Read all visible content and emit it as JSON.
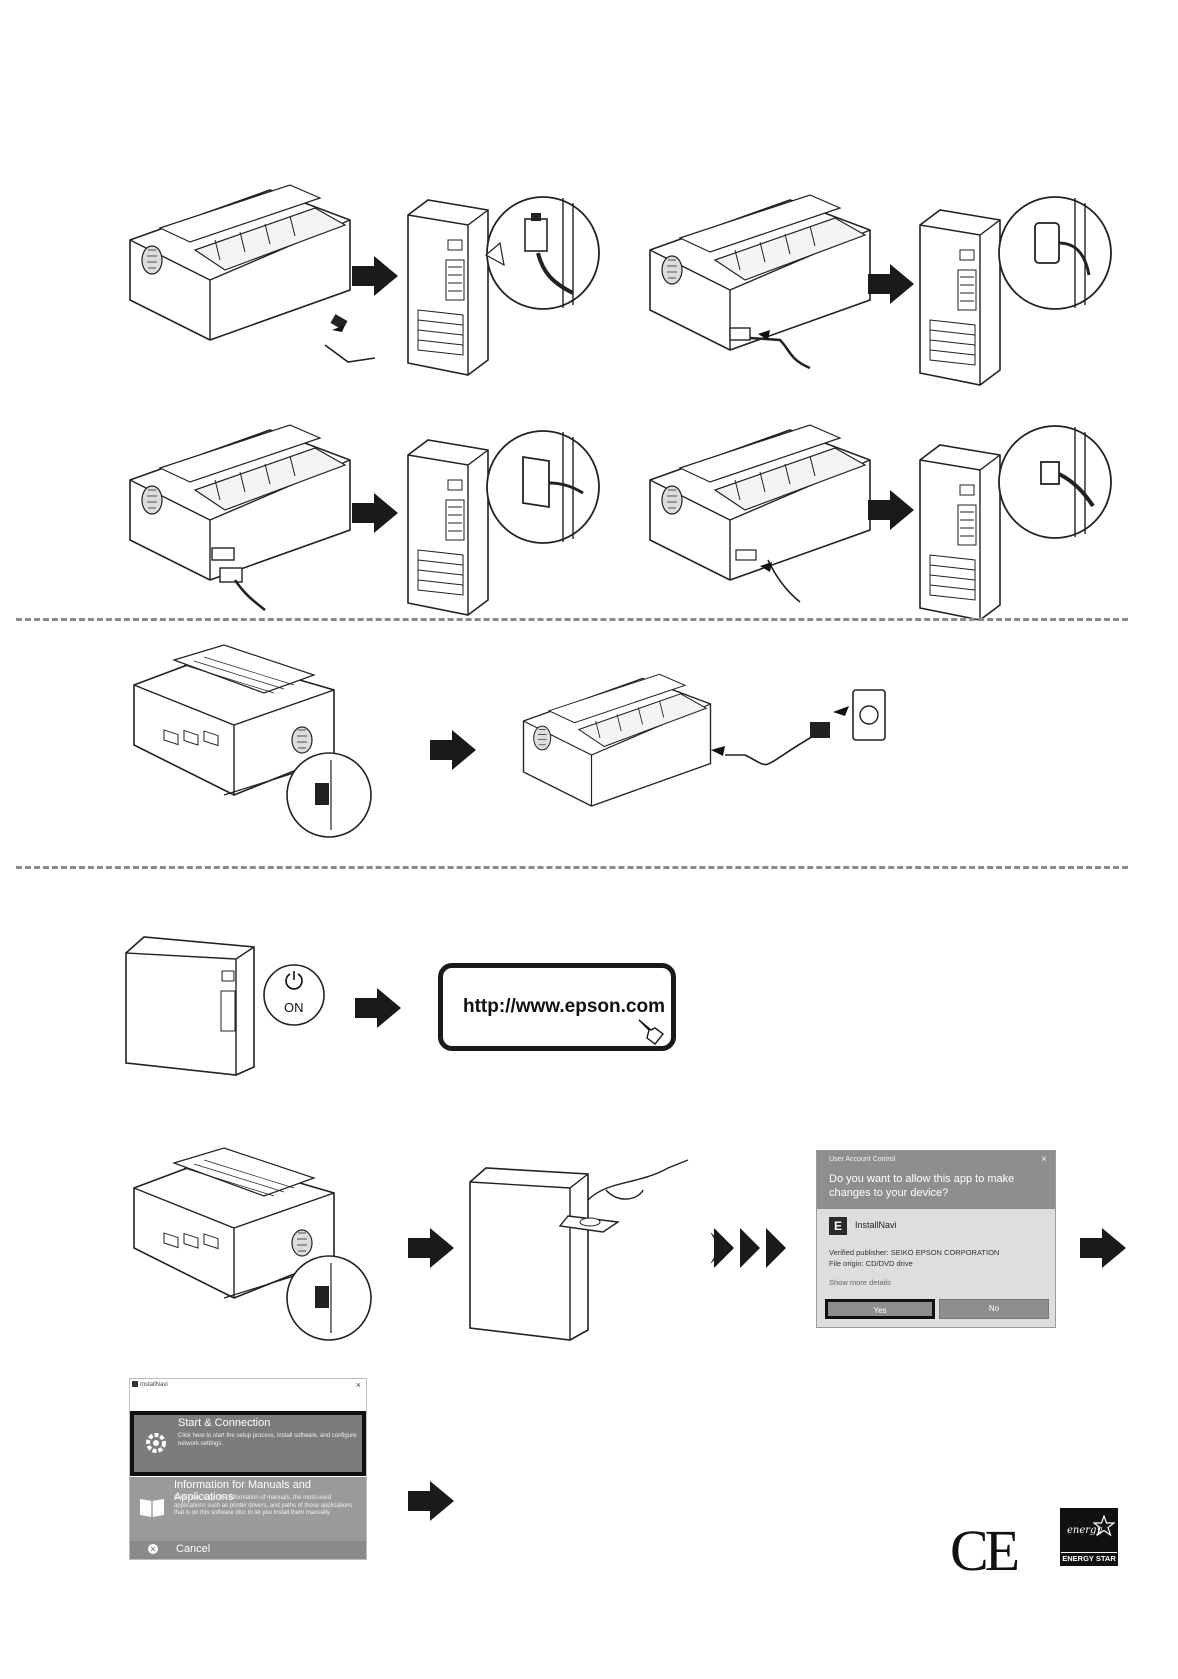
{
  "url_box": {
    "url": "http://www.epson.com"
  },
  "computer_power": {
    "label": "ON"
  },
  "uac_dialog": {
    "header_small": "User Account Control",
    "close": "×",
    "question": "Do you want to allow this app to make changes to your device?",
    "app_icon": "E",
    "app_name": "InstallNavi",
    "publisher": "Verified publisher: SEIKO EPSON CORPORATION",
    "origin": "File origin: CD/DVD drive",
    "more": "Show more details",
    "yes": "Yes",
    "no": "No"
  },
  "install_navi": {
    "title": "InstallNavi",
    "close": "×",
    "option1_title": "Start & Connection",
    "option1_desc": "Click here to start the setup process, install software, and configure network settings.",
    "option2_title": "Information for Manuals and Applications",
    "option2_desc": "Click here to get the information of manuals, the most-used applications such as printer drivers, and paths of those applications that is on this software disc to let you install them manually.",
    "cancel": "Cancel"
  },
  "marks": {
    "ce": "CE",
    "energy_script": "energy",
    "energy_label": "ENERGY STAR"
  },
  "colors": {
    "ink": "#1a1a1a",
    "dash": "#8a8a8a",
    "dialog_gray": "#8e8e8e"
  },
  "icons": [
    "right-arrow-icon",
    "power-icon",
    "pointing-hand-icon",
    "gear-icon",
    "book-icon",
    "cancel-icon",
    "ce-mark-icon",
    "energy-star-icon"
  ]
}
